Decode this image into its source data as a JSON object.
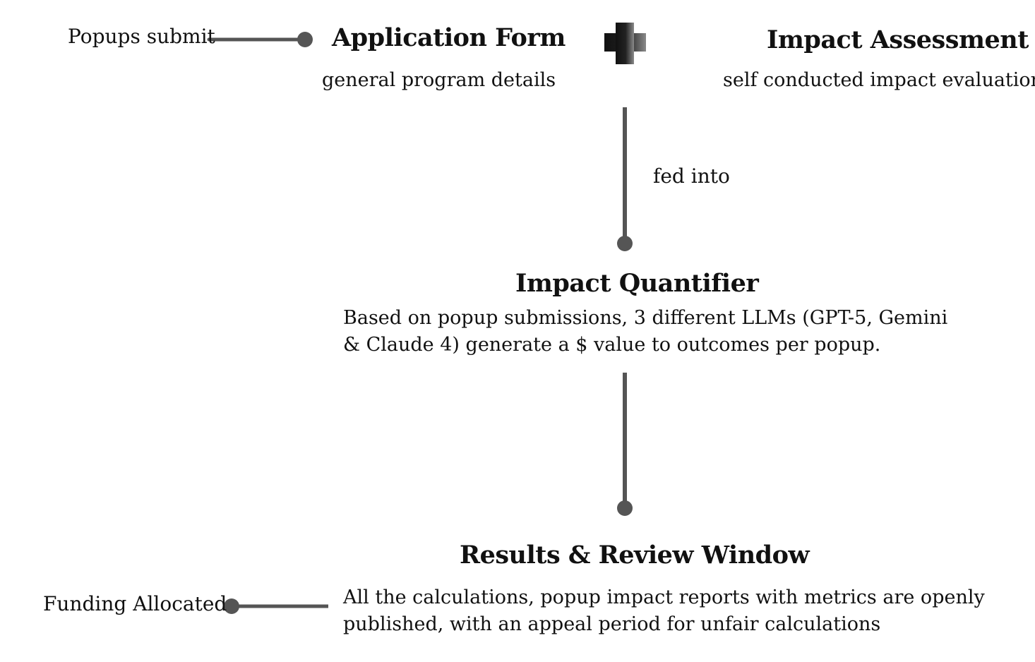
{
  "colors": {
    "connector": "#555555",
    "text": "#111111",
    "plus_dark": "#111111",
    "plus_light": "#888888"
  },
  "inputs": {
    "popups_label": "Popups submit",
    "application_form": {
      "title": "Application Form",
      "subtitle": "general program details"
    },
    "plus_icon": "plus-icon",
    "impact_assessment": {
      "title": "Impact Assessment",
      "subtitle": "self conducted impact evaluations"
    }
  },
  "flow": {
    "fed_into_label": "fed into"
  },
  "impact_quantifier": {
    "title": "Impact Quantifier",
    "description_line1": "Based on popup submissions, 3 different LLMs (GPT-5, Gemini",
    "description_line2": "& Claude 4) generate a $ value to outcomes per popup."
  },
  "results": {
    "title": "Results & Review Window",
    "description_line1": "All the calculations, popup impact reports with metrics are openly",
    "description_line2": "published, with an appeal period for unfair calculations",
    "funding_label": "Funding Allocated"
  }
}
